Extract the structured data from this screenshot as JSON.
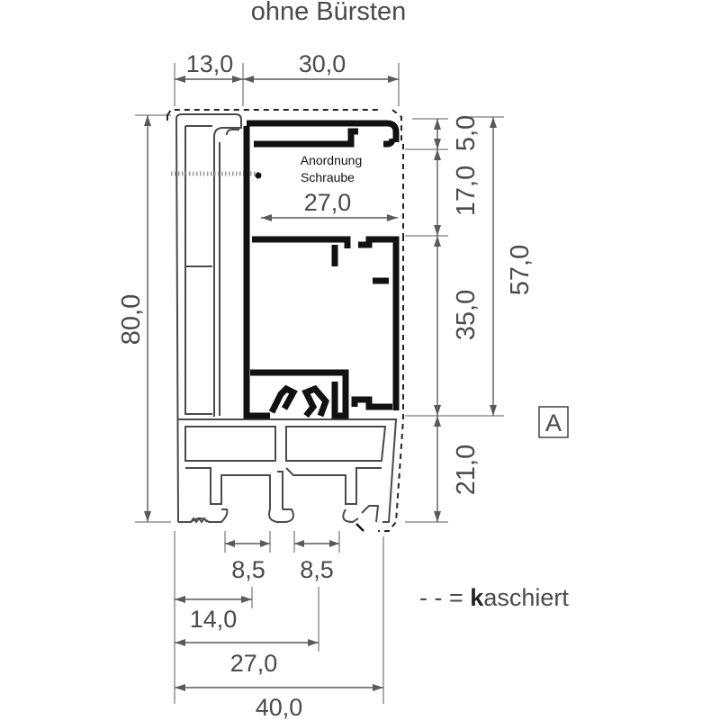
{
  "title": "ohne Bürsten",
  "legend": {
    "dash_symbol": "- - =",
    "bold_letter": "k",
    "rest": "aschiert"
  },
  "annotation": {
    "line1": "Anordnung",
    "line2": "Schraube"
  },
  "section_marker": "A",
  "dimensions": {
    "top_left_width": "13,0",
    "top_right_width": "30,0",
    "inner_width": "27,0",
    "overall_height": "80,0",
    "right_5": "5,0",
    "right_17": "17,0",
    "right_35": "35,0",
    "right_57": "57,0",
    "right_21": "21,0",
    "groove_a": "8,5",
    "groove_b": "8,5",
    "bottom_14": "14,0",
    "bottom_27": "27,0",
    "bottom_40": "40,0"
  },
  "colors": {
    "profile": "#111111",
    "frame": "#4a4a4a",
    "dimension": "#5a5a5a"
  }
}
